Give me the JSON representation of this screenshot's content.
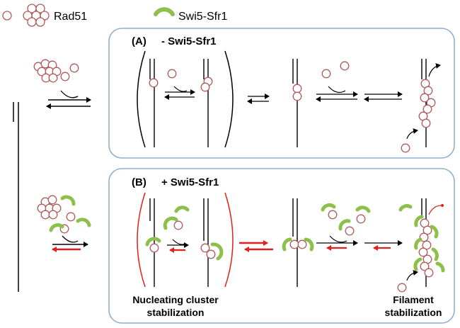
{
  "legend": {
    "rad51_label": "Rad51",
    "swi5_label": "Swi5-Sfr1"
  },
  "panel_a": {
    "letter": "(A)",
    "condition": "- Swi5-Sfr1"
  },
  "panel_b": {
    "letter": "(B)",
    "condition": "+ Swi5-Sfr1",
    "caption_nucleating_line1": "Nucleating cluster",
    "caption_nucleating_line2": "stabilization",
    "caption_filament_line1": "Filament",
    "caption_filament_line2": "stabilization"
  },
  "colors": {
    "rad51": "#b05a5a",
    "swi5": "#8dc04a",
    "panel_border": "#8fb0cf",
    "stabilized_arrow": "#e0201c",
    "dna": "#000000"
  },
  "icons": {
    "rad51": "hollow-circle",
    "swi5": "green-arc"
  }
}
